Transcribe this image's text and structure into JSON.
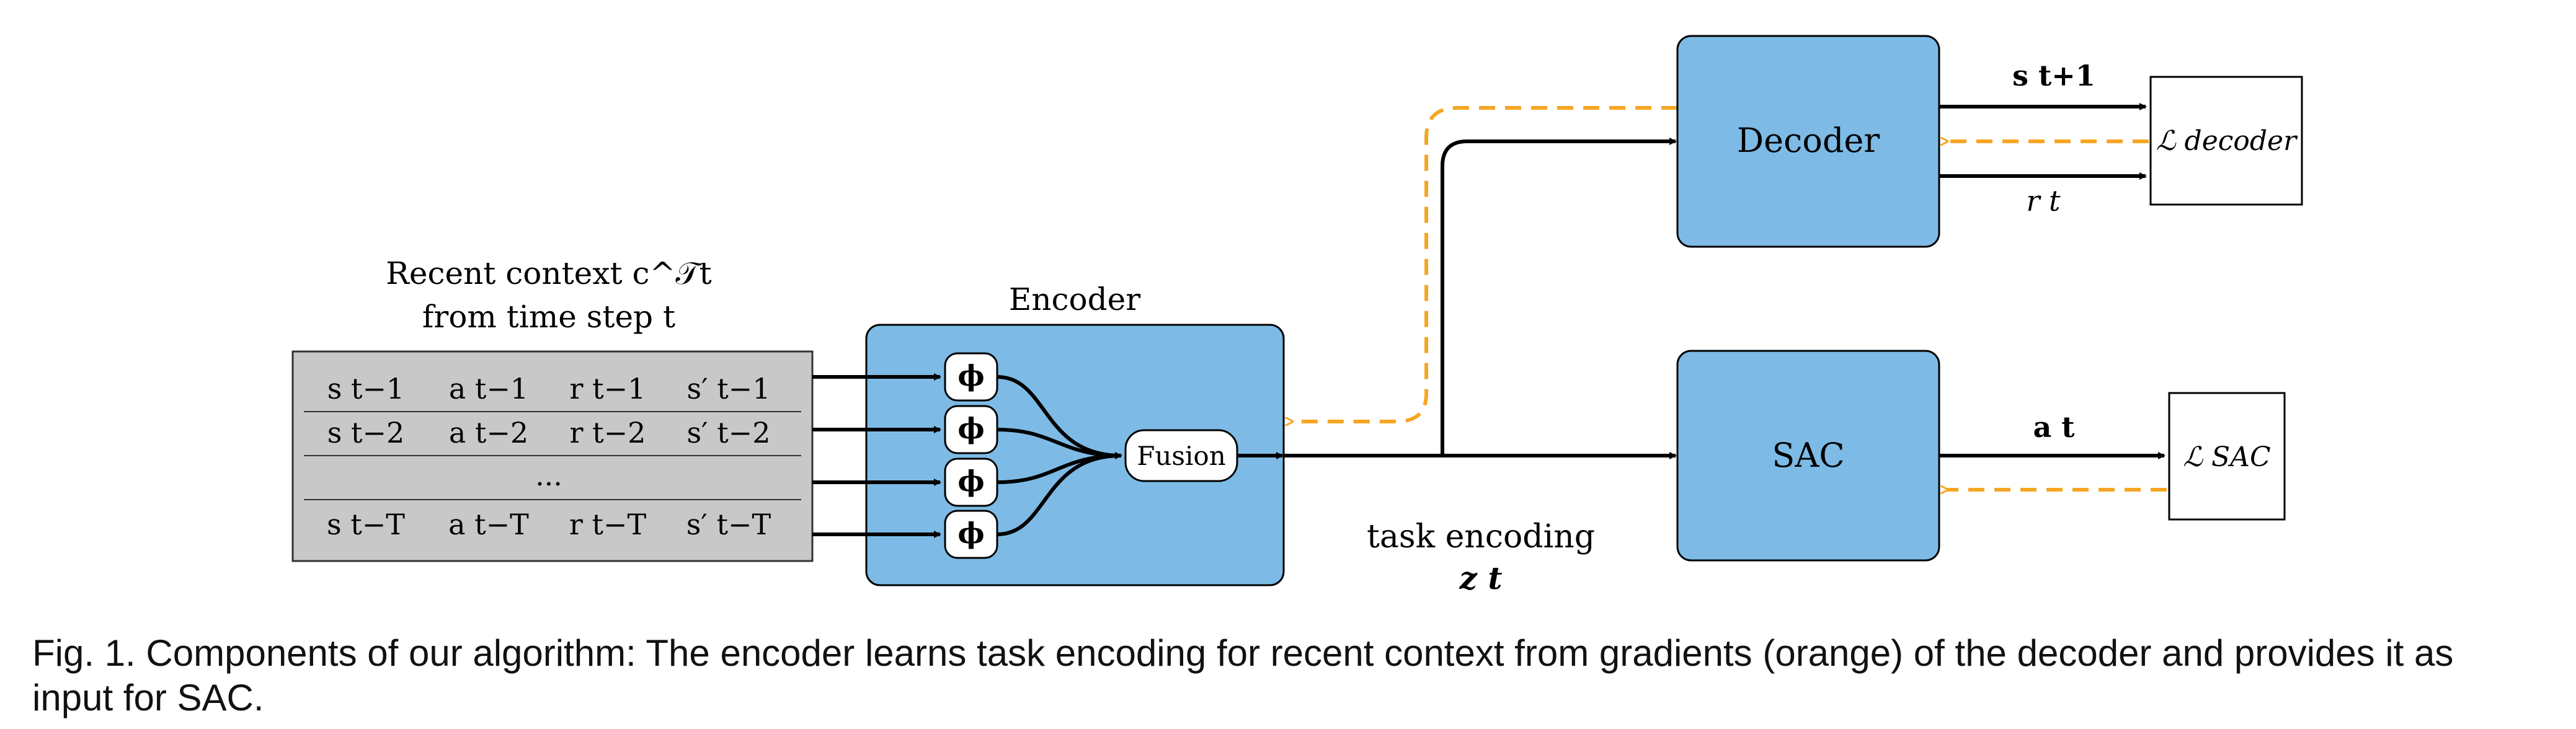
{
  "context": {
    "title_line1": "Recent context c^𝒯t",
    "title_line2": "from time step t",
    "rows": [
      [
        "s t−1",
        "a t−1",
        "r t−1",
        "s′ t−1"
      ],
      [
        "s t−2",
        "a t−2",
        "r t−2",
        "s′ t−2"
      ],
      [
        "...",
        "",
        "",
        ""
      ],
      [
        "s t−T",
        "a t−T",
        "r t−T",
        "s′ t−T"
      ]
    ]
  },
  "encoder": {
    "label": "Encoder",
    "phi": "ϕ",
    "fusion": "Fusion"
  },
  "decoder": {
    "label": "Decoder",
    "out_state": "s t+1",
    "out_reward": "r t",
    "loss": "ℒ decoder"
  },
  "sac": {
    "label": "SAC",
    "out_action": "a t",
    "loss": "ℒ SAC"
  },
  "task_encoding": {
    "line1": "task encoding",
    "line2": "z t"
  },
  "caption": {
    "line1": "Fig. 1. Components of our algorithm: The encoder learns task encoding for recent context from gradients (orange) of the decoder and provides it as",
    "line2": "input for SAC."
  },
  "colors": {
    "box_blue": "#7dbbe6",
    "context_gray": "#c8c8c8",
    "gradient_orange": "#f5a623",
    "line_black": "#000000"
  }
}
